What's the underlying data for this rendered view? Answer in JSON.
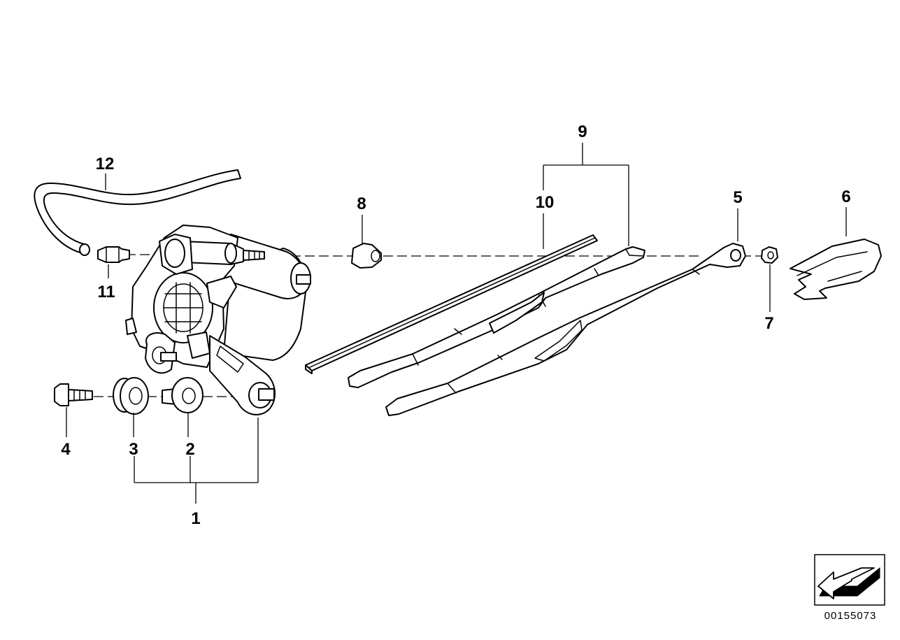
{
  "diagram": {
    "catalog_number": "00155073",
    "callouts": {
      "n1": "1",
      "n2": "2",
      "n3": "3",
      "n4": "4",
      "n5": "5",
      "n6": "6",
      "n7": "7",
      "n8": "8",
      "n9": "9",
      "n10": "10",
      "n11": "11",
      "n12": "12"
    },
    "icons": {
      "orientation": "direction-arrow-icon"
    }
  }
}
